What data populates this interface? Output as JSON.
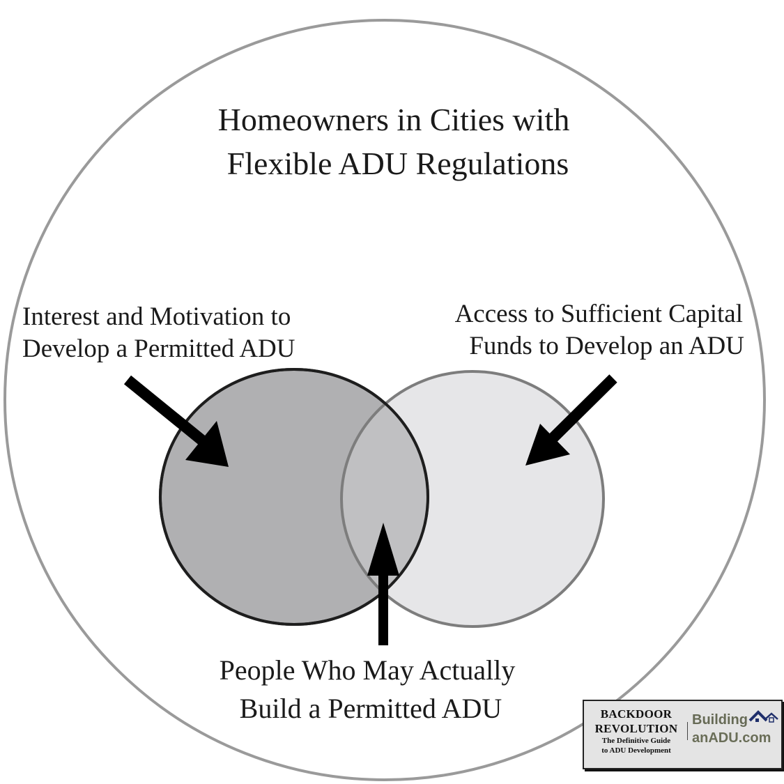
{
  "title": {
    "line1": "Homeowners in Cities with",
    "line2": "Flexible ADU Regulations"
  },
  "left_set_label": {
    "line1": "Interest and Motivation to",
    "line2": "Develop a Permitted ADU"
  },
  "right_set_label": {
    "line1": "Access to Sufficient Capital",
    "line2": "Funds to Develop an ADU"
  },
  "intersection_label": {
    "line1": "People Who May Actually",
    "line2": "Build a Permitted ADU"
  },
  "logo": {
    "book_line1": "BACKDOOR",
    "book_line2": "REVOLUTION",
    "book_line3": "The Definitive Guide",
    "book_line4": "to ADU Development",
    "site_line1": "Building",
    "site_line2": "anADU.com",
    "icon": "house-icon"
  },
  "colors": {
    "left_set_fill": "#b0b0b2",
    "right_set_fill": "#e6e6e8",
    "overlap_fill": "#c0c0c2",
    "outer_circle_stroke": "#9a9a9a",
    "arrow": "#000000"
  }
}
